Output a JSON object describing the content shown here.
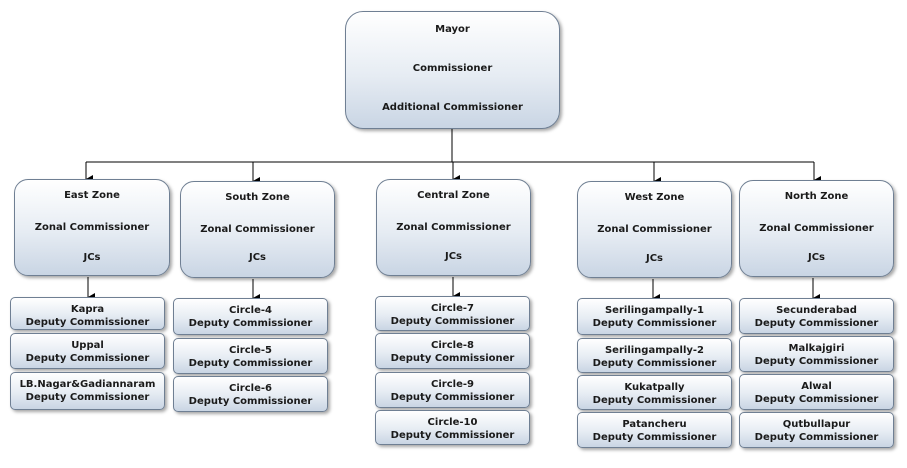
{
  "top": {
    "mayor": "Mayor",
    "commissioner": "Commissioner",
    "additional": "Additional Commissioner"
  },
  "zones": [
    {
      "name": "East Zone",
      "zonal": "Zonal Commissioner",
      "jcs": "JCs",
      "circles": [
        {
          "name": "Kapra",
          "role": "Deputy Commissioner"
        },
        {
          "name": "Uppal",
          "role": "Deputy Commissioner"
        },
        {
          "name": "LB.Nagar&Gadiannaram",
          "role": "Deputy Commissioner"
        }
      ]
    },
    {
      "name": "South Zone",
      "zonal": "Zonal Commissioner",
      "jcs": "JCs",
      "circles": [
        {
          "name": "Circle-4",
          "role": "Deputy Commissioner"
        },
        {
          "name": "Circle-5",
          "role": "Deputy Commissioner"
        },
        {
          "name": "Circle-6",
          "role": "Deputy Commissioner"
        }
      ]
    },
    {
      "name": "Central Zone",
      "zonal": "Zonal Commissioner",
      "jcs": "JCs",
      "circles": [
        {
          "name": "Circle-7",
          "role": "Deputy Commissioner"
        },
        {
          "name": "Circle-8",
          "role": "Deputy Commissioner"
        },
        {
          "name": "Circle-9",
          "role": "Deputy Commissioner"
        },
        {
          "name": "Circle-10",
          "role": "Deputy Commissioner"
        }
      ]
    },
    {
      "name": "West Zone",
      "zonal": "Zonal Commissioner",
      "jcs": "JCs",
      "circles": [
        {
          "name": "Serilingampally-1",
          "role": "Deputy Commissioner"
        },
        {
          "name": "Serilingampally-2",
          "role": "Deputy Commissioner"
        },
        {
          "name": "Kukatpally",
          "role": "Deputy Commissioner"
        },
        {
          "name": "Patancheru",
          "role": "Deputy Commissioner"
        }
      ]
    },
    {
      "name": "North Zone",
      "zonal": "Zonal Commissioner",
      "jcs": "JCs",
      "circles": [
        {
          "name": "Secunderabad",
          "role": "Deputy Commissioner"
        },
        {
          "name": "Malkajgiri",
          "role": "Deputy Commissioner"
        },
        {
          "name": "Alwal",
          "role": "Deputy Commissioner"
        },
        {
          "name": "Qutbullapur",
          "role": "Deputy Commissioner"
        }
      ]
    }
  ]
}
